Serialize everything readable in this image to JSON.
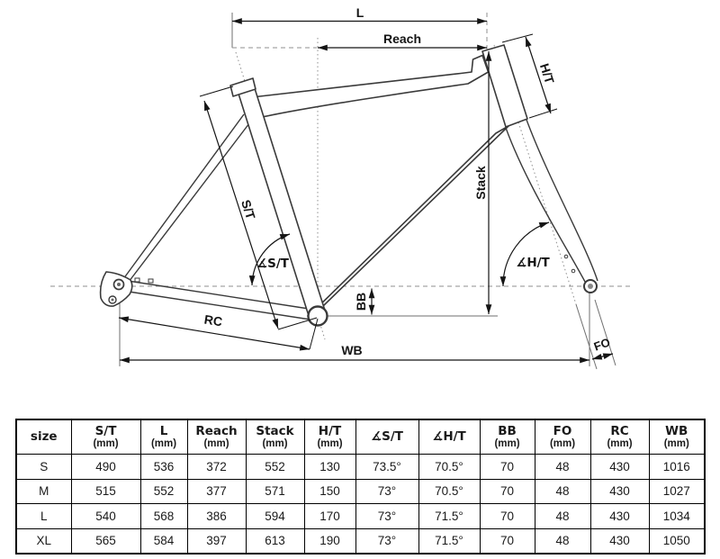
{
  "diagram": {
    "labels": {
      "l": "L",
      "reach": "Reach",
      "ht": "H/T",
      "stack": "Stack",
      "st": "S/T",
      "angle_st": "∡S/T",
      "angle_ht": "∡H/T",
      "bb": "BB",
      "rc": "RC",
      "wb": "WB",
      "fo": "FO"
    }
  },
  "table": {
    "columns": [
      {
        "label": "size",
        "unit": ""
      },
      {
        "label": "S/T",
        "unit": "(mm)"
      },
      {
        "label": "L",
        "unit": "(mm)"
      },
      {
        "label": "Reach",
        "unit": "(mm)"
      },
      {
        "label": "Stack",
        "unit": "(mm)"
      },
      {
        "label": "H/T",
        "unit": "(mm)"
      },
      {
        "label": "∡S/T",
        "unit": ""
      },
      {
        "label": "∡H/T",
        "unit": ""
      },
      {
        "label": "BB",
        "unit": "(mm)"
      },
      {
        "label": "FO",
        "unit": "(mm)"
      },
      {
        "label": "RC",
        "unit": "(mm)"
      },
      {
        "label": "WB",
        "unit": "(mm)"
      }
    ],
    "rows": [
      {
        "size": "S",
        "values": [
          "490",
          "536",
          "372",
          "552",
          "130",
          "73.5°",
          "70.5°",
          "70",
          "48",
          "430",
          "1016"
        ]
      },
      {
        "size": "M",
        "values": [
          "515",
          "552",
          "377",
          "571",
          "150",
          "73°",
          "70.5°",
          "70",
          "48",
          "430",
          "1027"
        ]
      },
      {
        "size": "L",
        "values": [
          "540",
          "568",
          "386",
          "594",
          "170",
          "73°",
          "71.5°",
          "70",
          "48",
          "430",
          "1034"
        ]
      },
      {
        "size": "XL",
        "values": [
          "565",
          "584",
          "397",
          "613",
          "190",
          "73°",
          "71.5°",
          "70",
          "48",
          "430",
          "1050"
        ]
      }
    ]
  },
  "colors": {
    "line": "#3a3a3a",
    "dimension": "#141414",
    "construction": "#8f8f8f",
    "background": "#ffffff"
  }
}
